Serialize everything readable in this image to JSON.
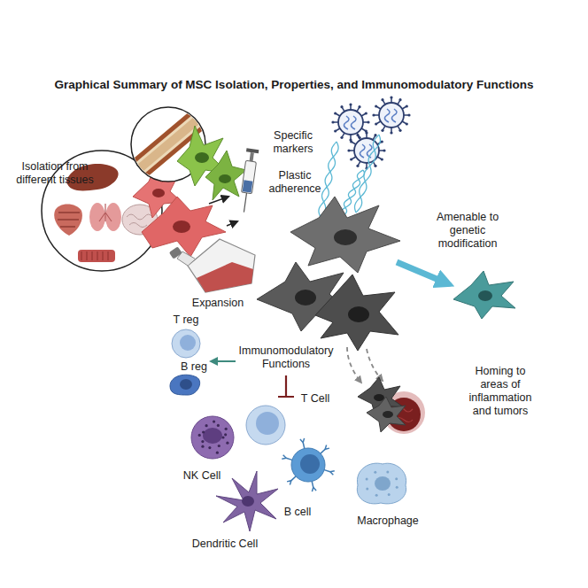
{
  "diagram": {
    "title": "Graphical Summary of MSC Isolation, Properties, and Immunomodulatory Functions",
    "labels": [
      "Specific markers",
      "Isolation from different tissues",
      "Plastic adherence",
      "Amenable to genetic modification",
      "Expansion",
      "T reg",
      "Immunomodulatory Functions",
      "B reg",
      "T Cell",
      "Homing to areas of inflammation and tumors",
      "NK Cell",
      "B cell",
      "Dendritic Cell",
      "Macrophage"
    ]
  }
}
